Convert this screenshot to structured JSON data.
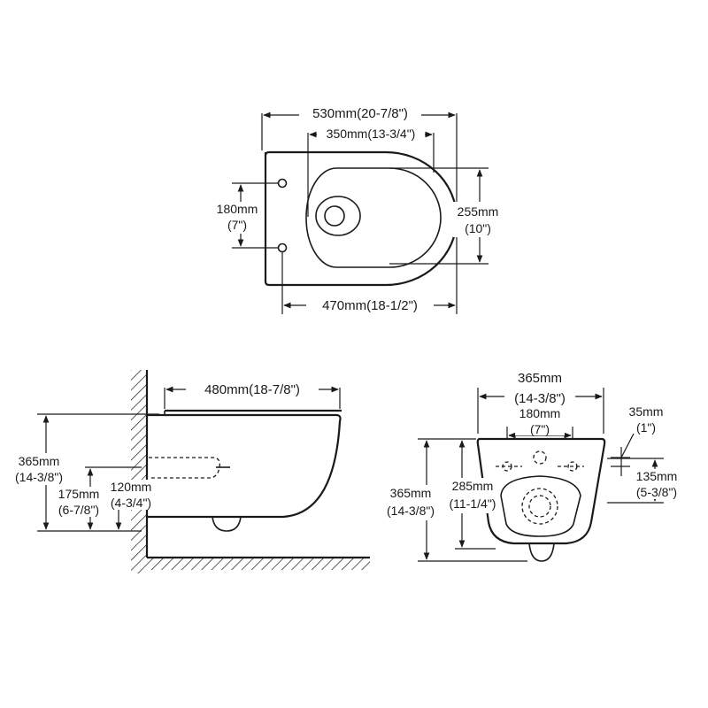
{
  "top_view": {
    "overall_length": "530mm(20-7/8\")",
    "bowl_length": "350mm(13-3/4\")",
    "bolt_spacing_mm": "180mm",
    "bolt_spacing_in": "(7\")",
    "width_mm": "255mm",
    "width_in": "(10\")",
    "projection": "470mm(18-1/2\")"
  },
  "side_view": {
    "length": "480mm(18-7/8\")",
    "height_mm": "365mm",
    "height_in": "(14-3/8\")",
    "inlet_height_mm": "175mm",
    "inlet_height_in": "(6-7/8\")",
    "outlet_height_mm": "120mm",
    "outlet_height_in": "(4-3/4\")"
  },
  "rear_view": {
    "width_mm": "365mm",
    "width_in": "(14-3/8\")",
    "bolt_spacing_mm": "180mm",
    "bolt_spacing_in": "(7\")",
    "offset_mm": "35mm",
    "offset_in": "(1\")",
    "inlet_height_mm": "135mm",
    "inlet_height_in": "(5-3/8\")",
    "height_mm": "365mm",
    "height_in": "(14-3/8\")",
    "outlet_height_mm": "285mm",
    "outlet_height_in": "(11-1/4\")"
  }
}
